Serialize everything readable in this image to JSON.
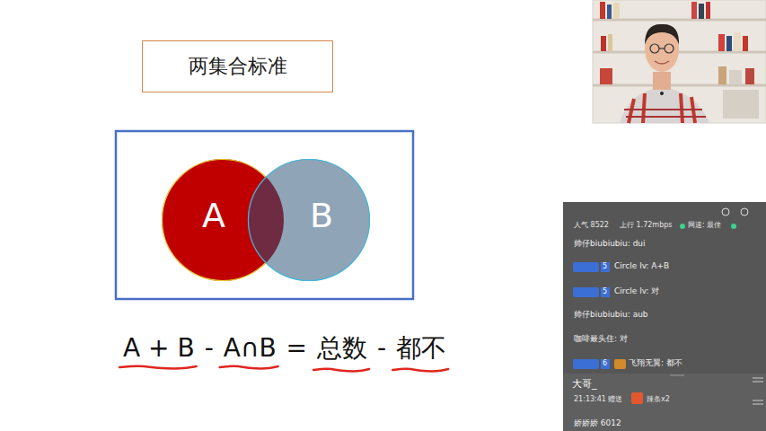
{
  "diagram": {
    "nodes": [
      {
        "text": [
          "两集合标准"
        ]
      },
      {
        "text": [
          "A"
        ]
      },
      {
        "text": [
          "B"
        ]
      }
    ],
    "labels": [
      "A + B",
      "-",
      "A∩B",
      "=",
      "总数",
      "-",
      "都不",
      "人气 8522",
      "上行 1.72mbps",
      "网速: 最佳",
      "帅仔biubiubiu: dui",
      "5",
      "Circle lv: A+B",
      "5",
      "Circle lv: 对",
      "帅仔biubiubiu: aub",
      "咖啡最头住: 对",
      "6",
      "飞翔无翼: 都不",
      "大哥_",
      "21:13:41 赠送",
      "辣条x2",
      "娇娇娇 6012"
    ]
  }
}
